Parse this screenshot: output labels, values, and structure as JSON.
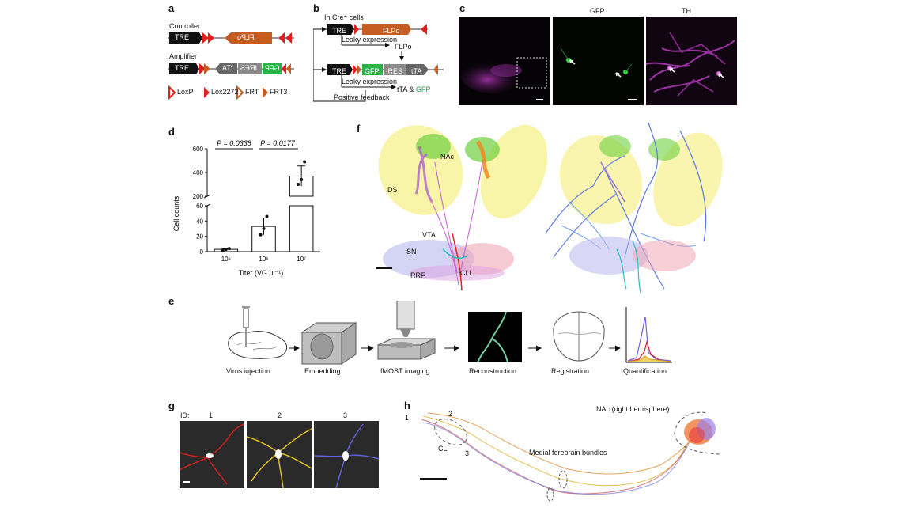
{
  "panel_labels": {
    "a": "a",
    "b": "b",
    "c": "c",
    "d": "d",
    "e": "e",
    "f": "f",
    "g": "g",
    "h": "h"
  },
  "panel_a": {
    "controller_label": "Controller",
    "amplifier_label": "Amplifier",
    "tre": "TRE",
    "flpo": "FLPo",
    "tta": "tTA",
    "ires": "IRES",
    "gfp": "GFP",
    "legend": {
      "loxp": "LoxP",
      "lox2272": "Lox2272",
      "frt": "FRT",
      "frt3": "FRT3"
    }
  },
  "panel_b": {
    "title": "In Cre⁺ cells",
    "tre": "TRE",
    "flpo": "FLPo",
    "gfp": "GFP",
    "ires": "IRES",
    "tta": "tTA",
    "leaky1": "Leaky expression",
    "flpo_out": "FLPo",
    "leaky2": "Leaky expression",
    "output_tta": "tTA & ",
    "output_gfp": "GFP",
    "feedback": "Positive feedback"
  },
  "panel_c": {
    "gfp_title": "GFP",
    "th_title": "TH"
  },
  "panel_d": {
    "p1": "P = 0.0338",
    "p2": "P = 0.0177",
    "ylabel": "Cell counts",
    "xlabel": "Titer (VG µl⁻¹)"
  },
  "chart_data": {
    "type": "bar",
    "categories": [
      "10⁵",
      "10⁶",
      "10⁷"
    ],
    "values": [
      3,
      33,
      370
    ],
    "error": [
      1,
      11,
      85
    ],
    "points": [
      [
        2,
        3,
        4
      ],
      [
        22,
        30,
        46
      ],
      [
        300,
        340,
        490
      ]
    ],
    "ylabel": "Cell counts",
    "xlabel": "Titer (VG µl⁻¹)",
    "lower_ticks": [
      0,
      20,
      40,
      60
    ],
    "upper_ticks": [
      200,
      400,
      600
    ],
    "scale": "broken axis"
  },
  "panel_e": {
    "steps": [
      "Virus injection",
      "Embedding",
      "fMOST imaging",
      "Reconstruction",
      "Registration",
      "Quantification"
    ]
  },
  "panel_f": {
    "labels": {
      "nac": "NAc",
      "ds": "DS",
      "vta": "VTA",
      "sn": "SN",
      "rrf": "RRF",
      "cli": "CLi"
    }
  },
  "panel_g": {
    "id_label": "ID:",
    "ids": [
      "1",
      "2",
      "3"
    ]
  },
  "panel_h": {
    "nac": "NAc (right hemisphere)",
    "cli": "CLi",
    "mfb": "Medial forebrain bundles",
    "n1": "1",
    "n2": "2",
    "n3": "3"
  }
}
